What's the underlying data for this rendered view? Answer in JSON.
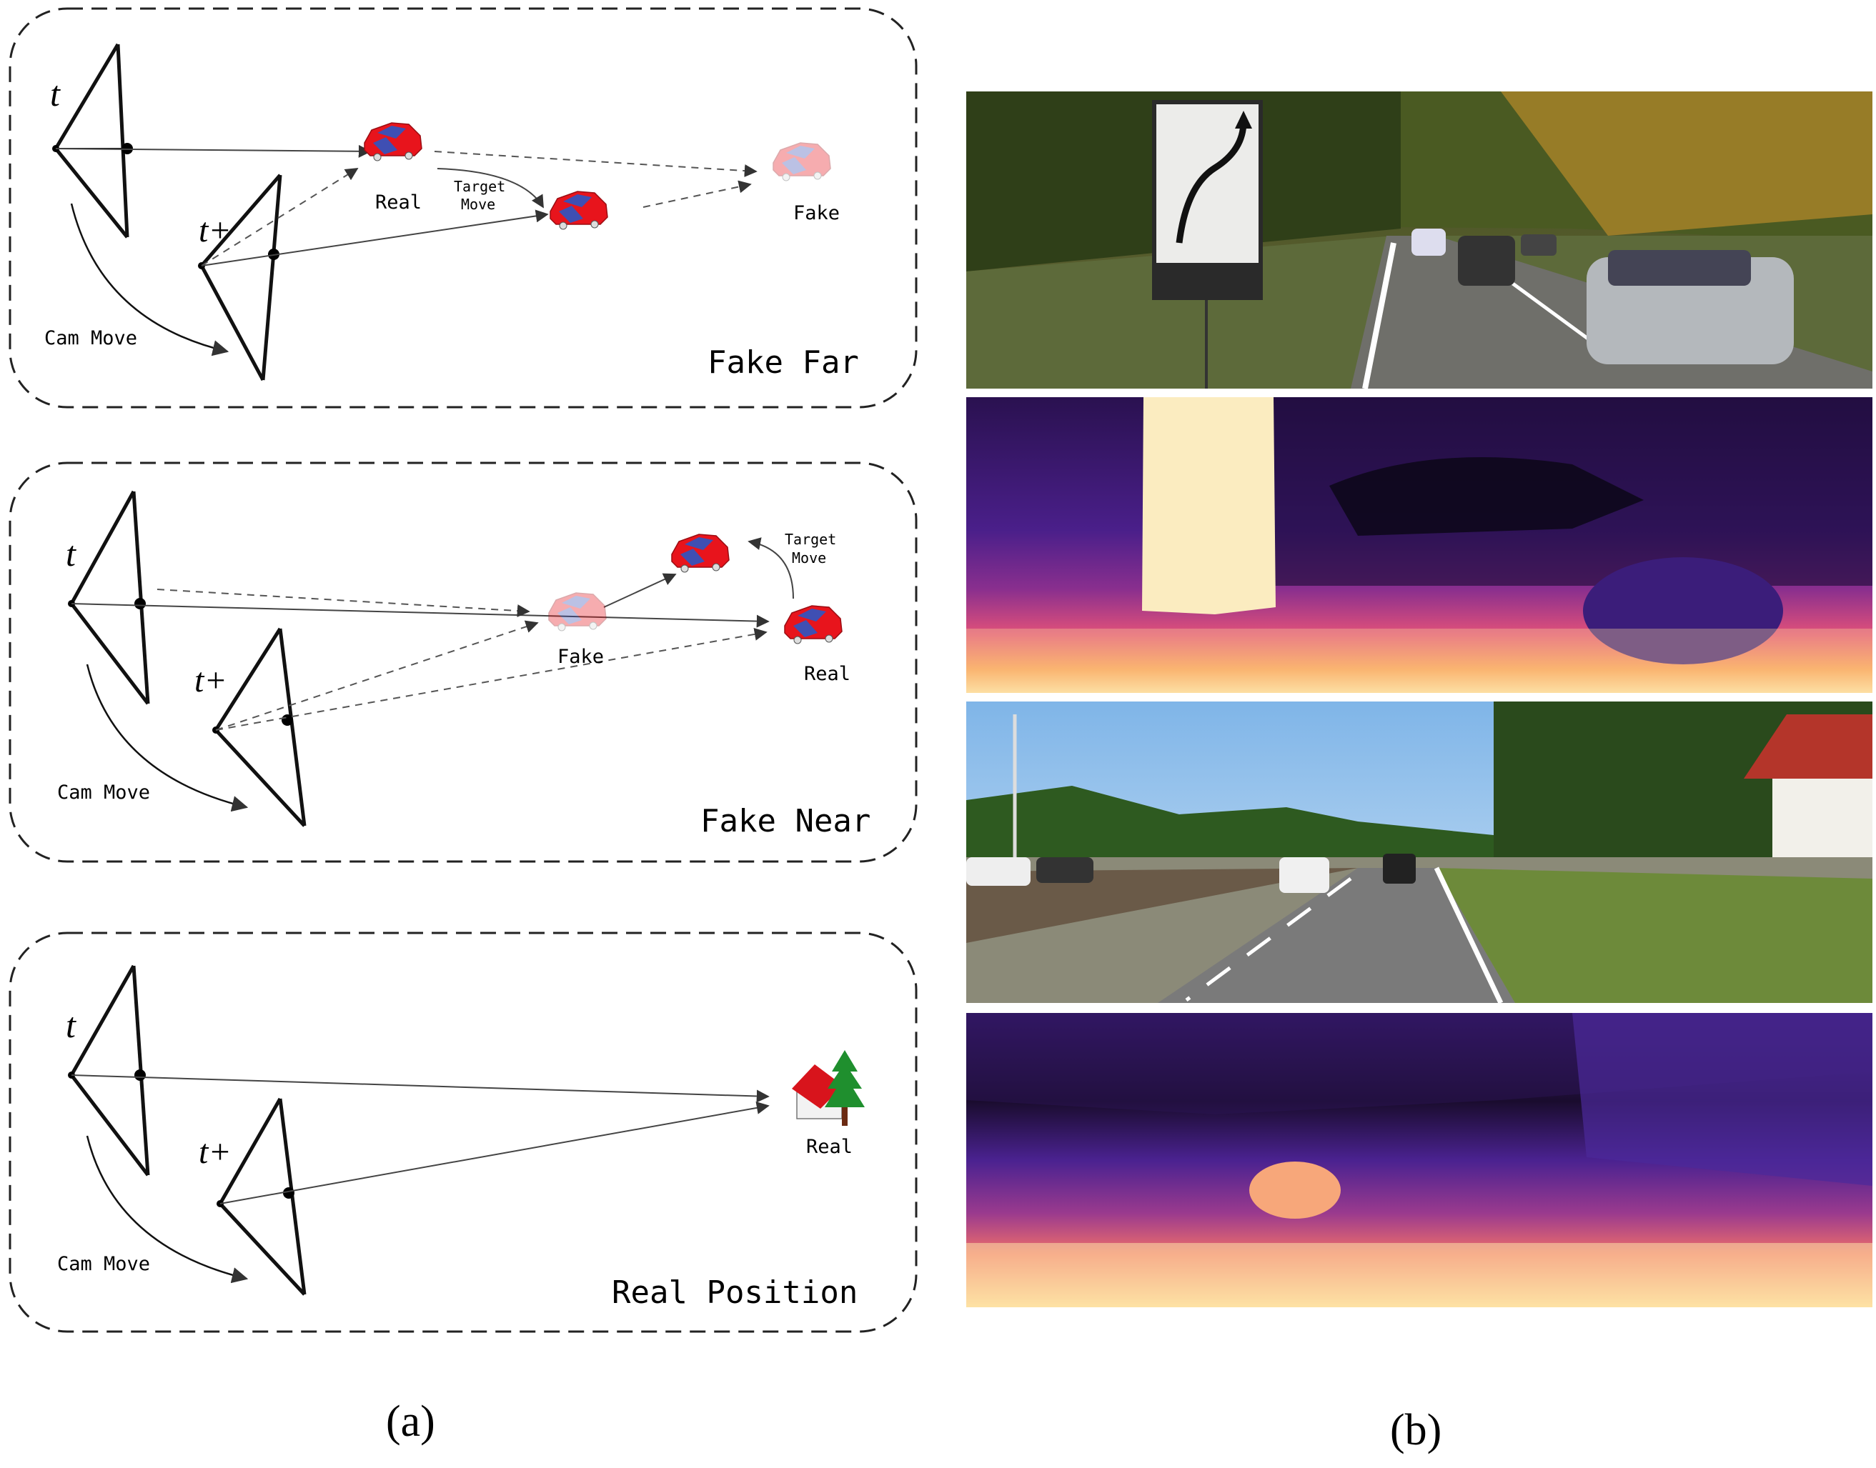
{
  "panels": [
    {
      "title": "Fake Far",
      "cam_t": "t",
      "cam_tplus": "t+",
      "cam_move": "Cam Move",
      "real": "Real",
      "fake": "Fake",
      "target_move_1": "Target",
      "target_move_2": "Move"
    },
    {
      "title": "Fake Near",
      "cam_t": "t",
      "cam_tplus": "t+",
      "cam_move": "Cam Move",
      "real": "Real",
      "fake": "Fake",
      "target_move_1": "Target",
      "target_move_2": "Move"
    },
    {
      "title": "Real Position",
      "cam_t": "t",
      "cam_tplus": "t+",
      "cam_move": "Cam Move",
      "real": "Real"
    }
  ],
  "captions": {
    "a": "(a)",
    "b": "(b)"
  },
  "images": [
    {
      "name": "road-photo-1",
      "kind": "photo"
    },
    {
      "name": "depth-map-1",
      "kind": "depth"
    },
    {
      "name": "road-photo-2",
      "kind": "photo"
    },
    {
      "name": "depth-map-2",
      "kind": "depth"
    }
  ],
  "colors": {
    "car": "#e8141c",
    "car_window": "#3f4fb3",
    "tree": "#1f8f2e",
    "roof": "#d8141c",
    "depth_far": "#2a1454",
    "depth_near": "#fff2c0"
  }
}
